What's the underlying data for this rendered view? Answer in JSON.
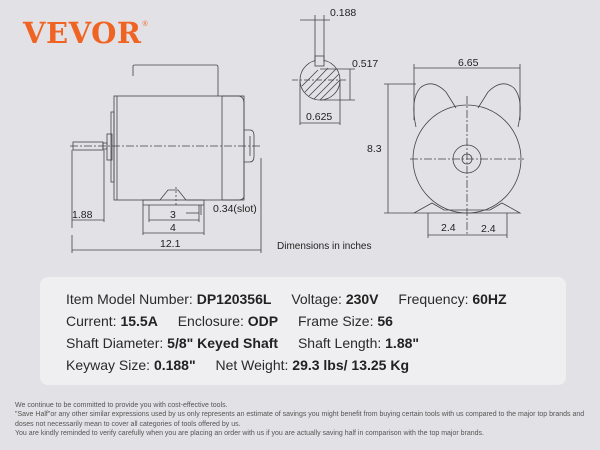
{
  "brand": {
    "name": "VEVOR",
    "trademark": "®",
    "color": "#f06423"
  },
  "drawing": {
    "side_view": {
      "dims": {
        "shaft_length": "1.88",
        "foot_slot_inner": "3",
        "foot_width": "4",
        "overall_length": "12.1",
        "slot": "0.34(slot)"
      }
    },
    "shaft_section": {
      "dims": {
        "keyway_width": "0.188",
        "key_height": "0.517",
        "shaft_diameter": "0.625"
      }
    },
    "front_view": {
      "dims": {
        "width": "6.65",
        "height": "8.3",
        "foot_left": "2.4",
        "foot_right": "2.4"
      }
    },
    "note": "Dimensions in inches"
  },
  "specs": {
    "rows": [
      [
        {
          "label": "Item Model Number: ",
          "value": "DP120356L"
        },
        {
          "label": "Voltage: ",
          "value": "230V"
        },
        {
          "label": "Frequency: ",
          "value": "60HZ"
        }
      ],
      [
        {
          "label": "Current: ",
          "value": "15.5A"
        },
        {
          "label": "Enclosure: ",
          "value": "ODP"
        },
        {
          "label": "Frame Size: ",
          "value": "56"
        }
      ],
      [
        {
          "label": "Shaft Diameter: ",
          "value": "5/8\" Keyed Shaft"
        },
        {
          "label": "Shaft Length: ",
          "value": "1.88\""
        }
      ],
      [
        {
          "label": "Keyway Size: ",
          "value": "0.188\""
        },
        {
          "label": "Net Weight: ",
          "value": "29.3 lbs/  13.25 Kg"
        }
      ]
    ]
  },
  "disclaimer": [
    "We continue to be committed to provide you with cost-effective tools.",
    "\"Save Half\"or any other similar expressions used by us only represents an estimate of savings you might benefit from buying certain tools with us compared to the major top brands and doses not necessarily mean to cover all categories of tools offered by us.",
    "You are kindly reminded to verify carefully when you are placing an order with us if you are actually saving half in comparison with the top major brands."
  ]
}
